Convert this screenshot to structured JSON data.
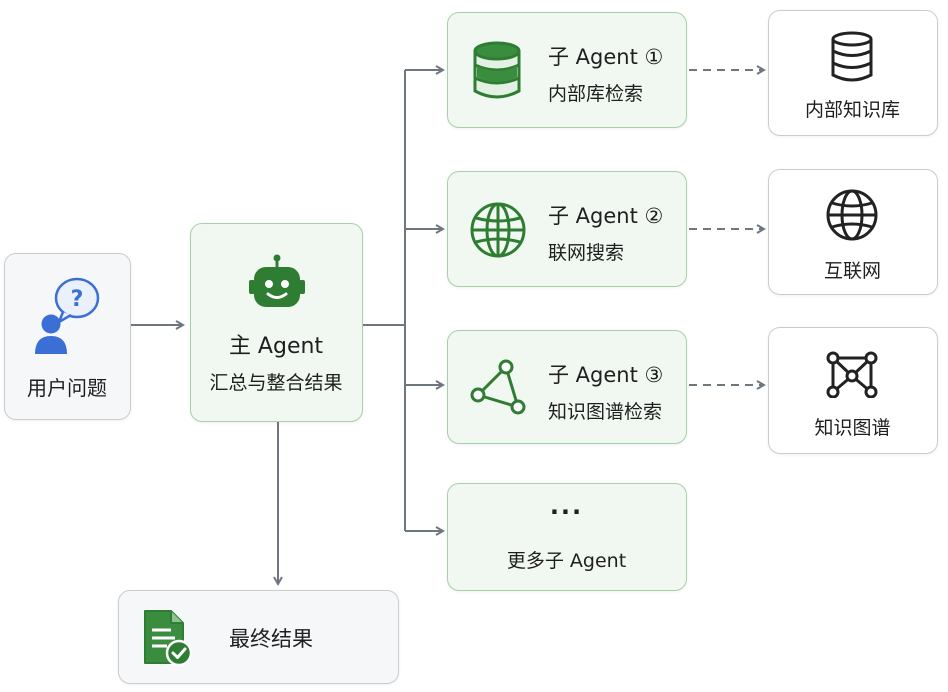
{
  "user": {
    "label": "用户问题",
    "icon": "user-question-icon"
  },
  "main_agent": {
    "title": "主 Agent",
    "subtitle": "汇总与整合结果",
    "icon": "robot-icon"
  },
  "sub_agents": [
    {
      "title": "子 Agent ①",
      "subtitle": "内部库检索",
      "icon": "database-icon"
    },
    {
      "title": "子 Agent ②",
      "subtitle": "联网搜索",
      "icon": "globe-icon"
    },
    {
      "title": "子 Agent ③",
      "subtitle": "知识图谱检索",
      "icon": "graph-icon"
    },
    {
      "title": "···",
      "subtitle": "更多子 Agent"
    }
  ],
  "resources": [
    {
      "label": "内部知识库",
      "icon": "database-icon"
    },
    {
      "label": "互联网",
      "icon": "globe-icon"
    },
    {
      "label": "知识图谱",
      "icon": "graph-icon"
    }
  ],
  "final": {
    "label": "最终结果",
    "icon": "document-check-icon"
  },
  "colors": {
    "green": "#2e7d32",
    "green_border": "#a9cfa9",
    "user_blue": "#3b6fd6",
    "line": "#6e7780"
  }
}
